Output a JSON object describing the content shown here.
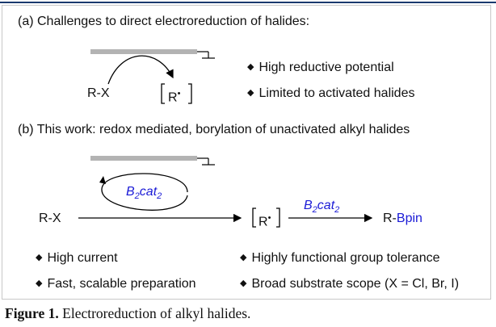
{
  "panel_a": {
    "title": "(a) Challenges to direct electroreduction of halides:",
    "substrate": "R-X",
    "radical": "R",
    "radical_dot": "•",
    "bullets": [
      "High reductive potential",
      "Limited to activated halides"
    ]
  },
  "panel_b": {
    "title": "(b) This work: redox mediated, borylation of unactivated alkyl halides",
    "substrate": "R-X",
    "radical": "R",
    "radical_dot": "•",
    "mediator": {
      "main": "B",
      "sub": "2",
      "rest": "cat",
      "sub2": "2"
    },
    "reagent": {
      "main": "B",
      "sub": "2",
      "rest": "cat",
      "sub2": "2"
    },
    "product_prefix": "R-",
    "product_group": "Bpin",
    "bullets_left": [
      "High current",
      "Fast, scalable preparation"
    ],
    "bullets_right": [
      "Highly functional group tolerance",
      "Broad substrate scope (X = Cl, Br, I)"
    ]
  },
  "caption": {
    "label": "Figure 1.",
    "text": "Electroreduction of alkyl halides."
  },
  "colors": {
    "accent_blue": "#1a1ad6",
    "electrode_gray": "#b3b3b3",
    "rule": "#1a3a6e"
  }
}
